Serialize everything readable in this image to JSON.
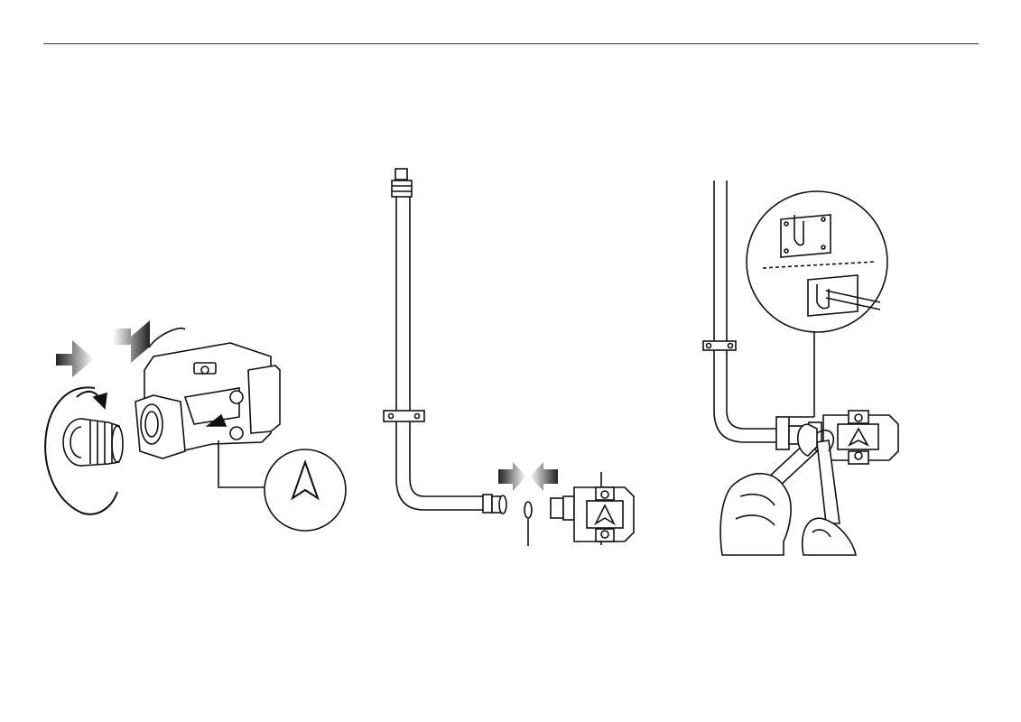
{
  "colors": {
    "ink": "#111111",
    "paper": "#ffffff",
    "arrow_dark": "#333333",
    "arrow_light": "#ffffff"
  },
  "panels": [
    {
      "id": "step-1",
      "icons": [
        "rotate-arrow-icon",
        "push-arrows-icon",
        "flow-direction-arrow-icon"
      ]
    },
    {
      "id": "step-2",
      "icons": [
        "push-arrows-icon",
        "flow-direction-arrow-icon"
      ]
    },
    {
      "id": "step-3",
      "icons": [
        "wrench-icon",
        "hand-icon",
        "bracket-detail-icon",
        "flow-direction-arrow-icon"
      ]
    }
  ]
}
